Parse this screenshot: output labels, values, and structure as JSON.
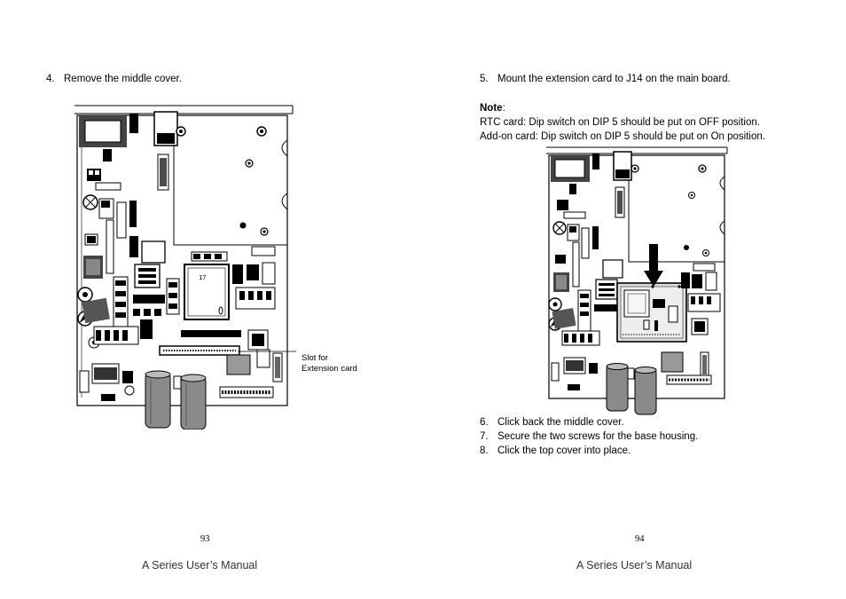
{
  "left_page": {
    "step": {
      "num": "4.",
      "text": "Remove the middle cover."
    },
    "callout": {
      "line1": "Slot for",
      "line2": "Extension card"
    },
    "board_chip_label": "17",
    "page_number": "93",
    "footer": "A Series User’s Manual"
  },
  "right_page": {
    "step5": {
      "num": "5.",
      "text": "Mount the extension card to J14 on the main board."
    },
    "note": {
      "label": "Note",
      "label_suffix": ":",
      "line1": "RTC card: Dip switch on DIP 5 should be put on OFF position.",
      "line2": "Add-on card: Dip switch on DIP 5 should be put on On position."
    },
    "steps": [
      {
        "num": "6.",
        "text": "Click back the middle cover."
      },
      {
        "num": "7.",
        "text": "Secure the two screws for the base housing."
      },
      {
        "num": "8.",
        "text": "Click the top cover into place."
      }
    ],
    "page_number": "94",
    "footer": "A Series User’s Manual"
  }
}
